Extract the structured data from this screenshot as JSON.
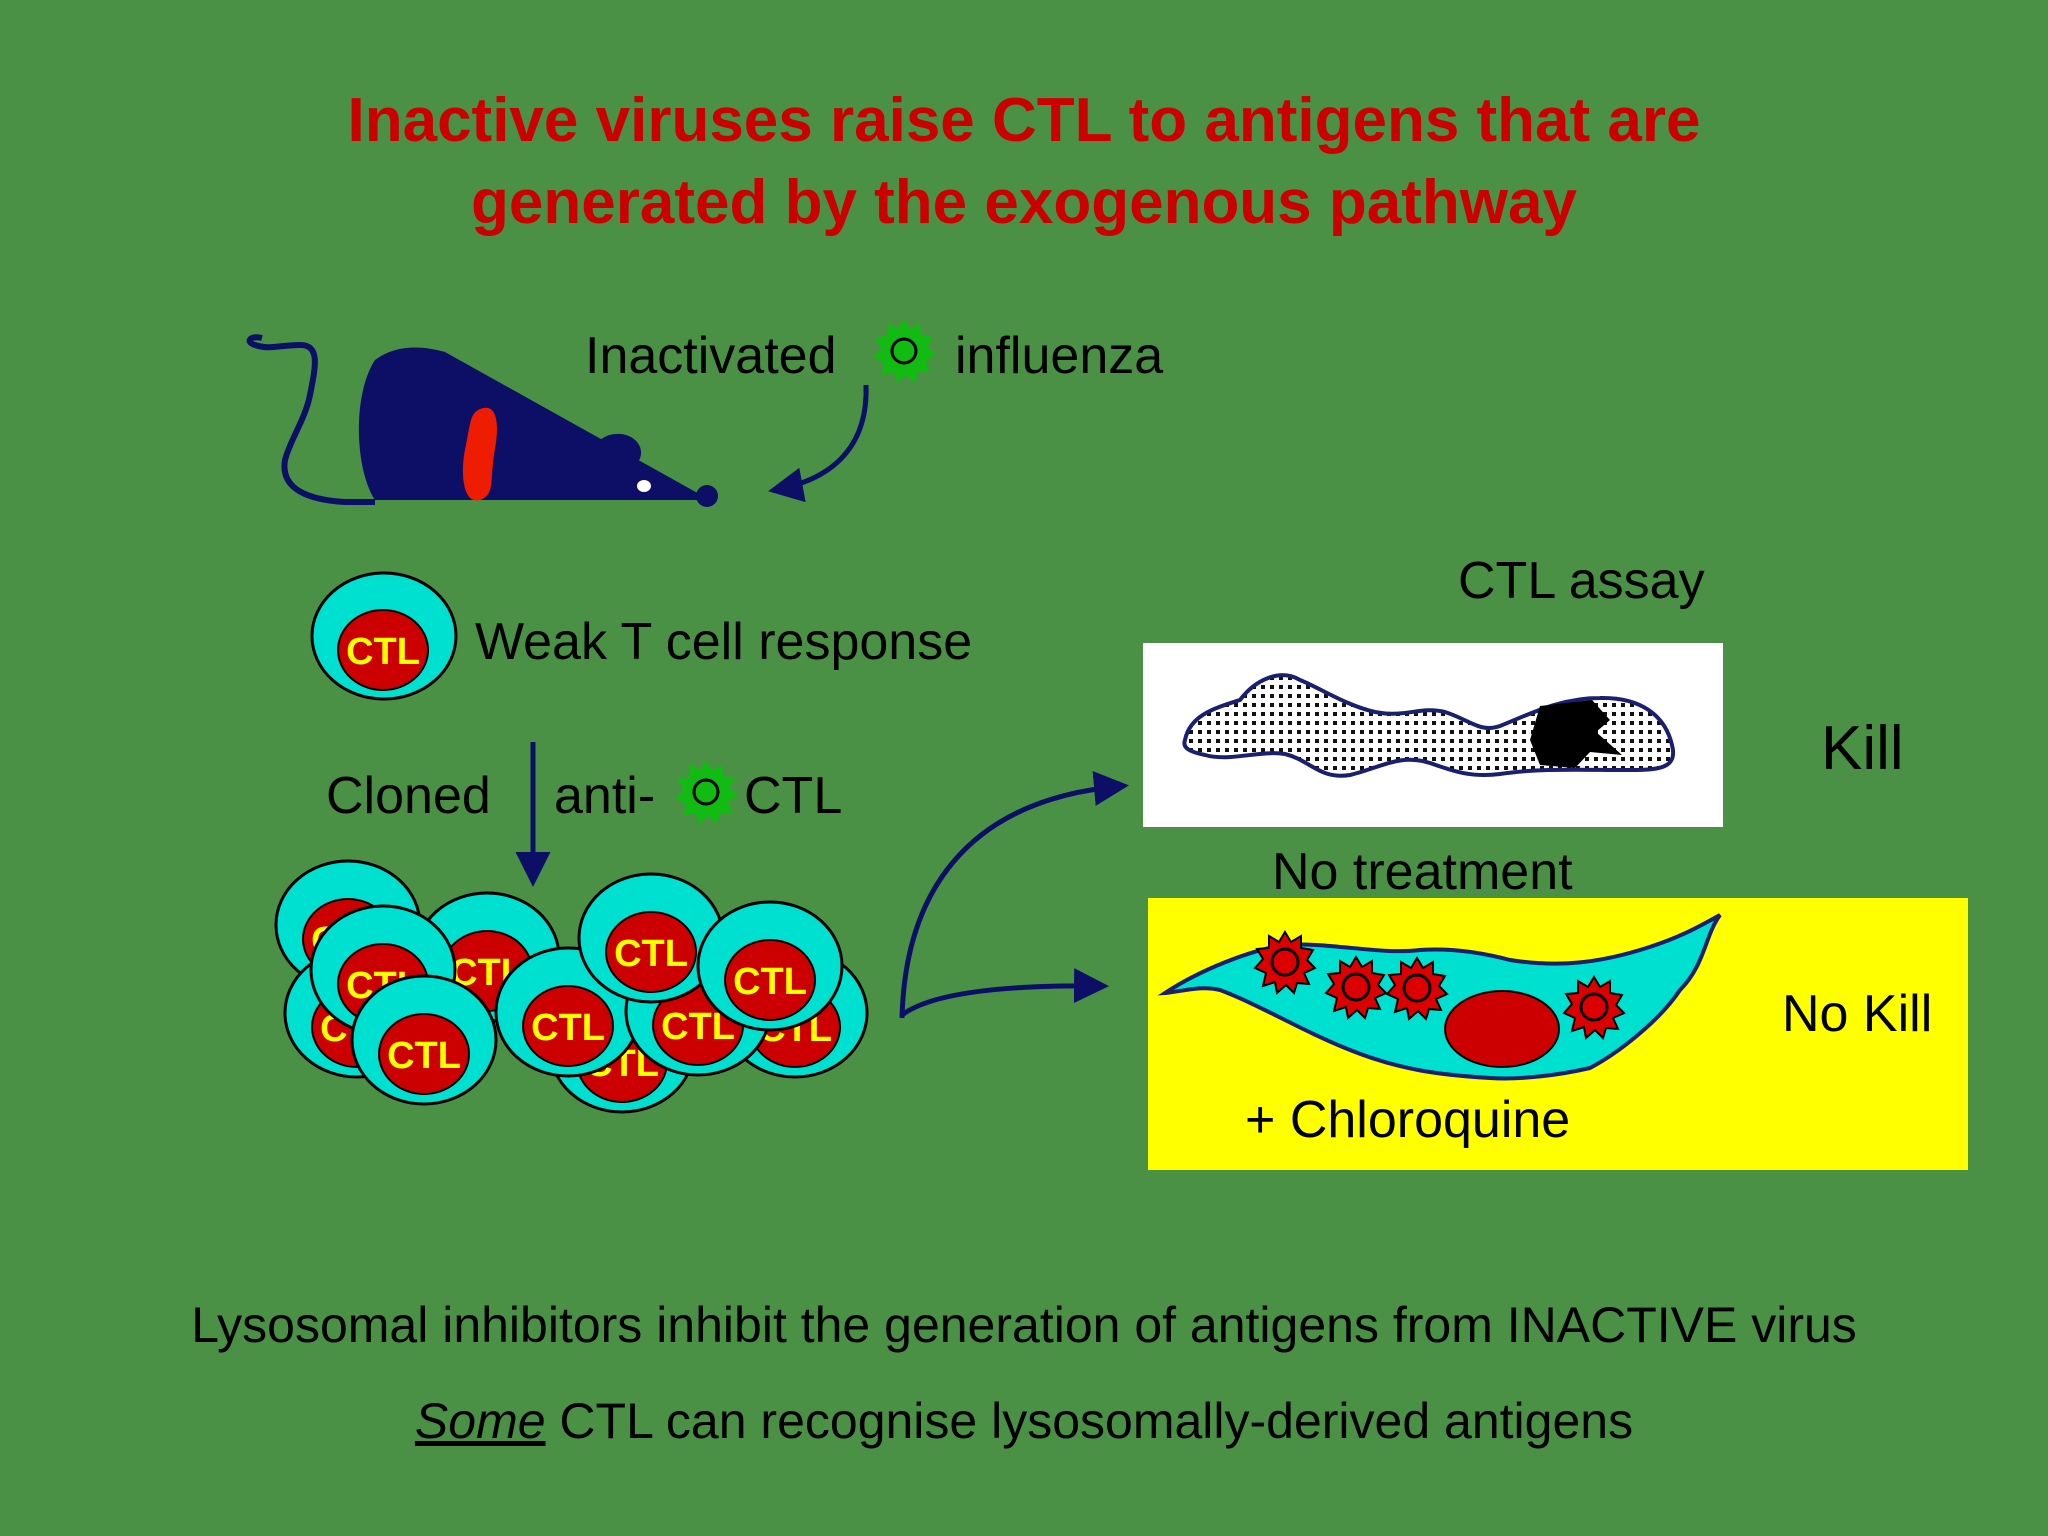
{
  "title": {
    "line1": "Inactive viruses raise CTL to antigens that are",
    "line2": "generated by the exogenous pathway"
  },
  "labels": {
    "inactivated": "Inactivated",
    "influenza": "influenza",
    "weak_response": "Weak T cell response",
    "cloned": "Cloned",
    "anti": "anti-",
    "ctl": "CTL",
    "ctl_assay": "CTL assay",
    "kill": "Kill",
    "no_treatment": "No treatment",
    "no_kill": "No Kill",
    "chloroquine": "+ Chloroquine",
    "cell_label": "CTL"
  },
  "footer": {
    "line1": "Lysosomal inhibitors inhibit the generation of antigens from INACTIVE virus",
    "line2_emphasis": "Some",
    "line2_rest": " CTL can recognise lysosomally-derived antigens"
  },
  "colors": {
    "background": "#4a9146",
    "title": "#cc0000",
    "mouse": "#0d0f66",
    "cell_outer": "#00e0d0",
    "cell_nucleus": "#cc0000",
    "cell_text": "#ffff00",
    "virus": "#11bb11",
    "chloroquine_panel": "#ffff00",
    "arrow": "#0d0f66"
  },
  "icons": {
    "mouse": "mouse-icon",
    "virus": "virus-icon",
    "ctl_cell": "ctl-cell-icon",
    "target_cell": "target-cell-icon"
  }
}
